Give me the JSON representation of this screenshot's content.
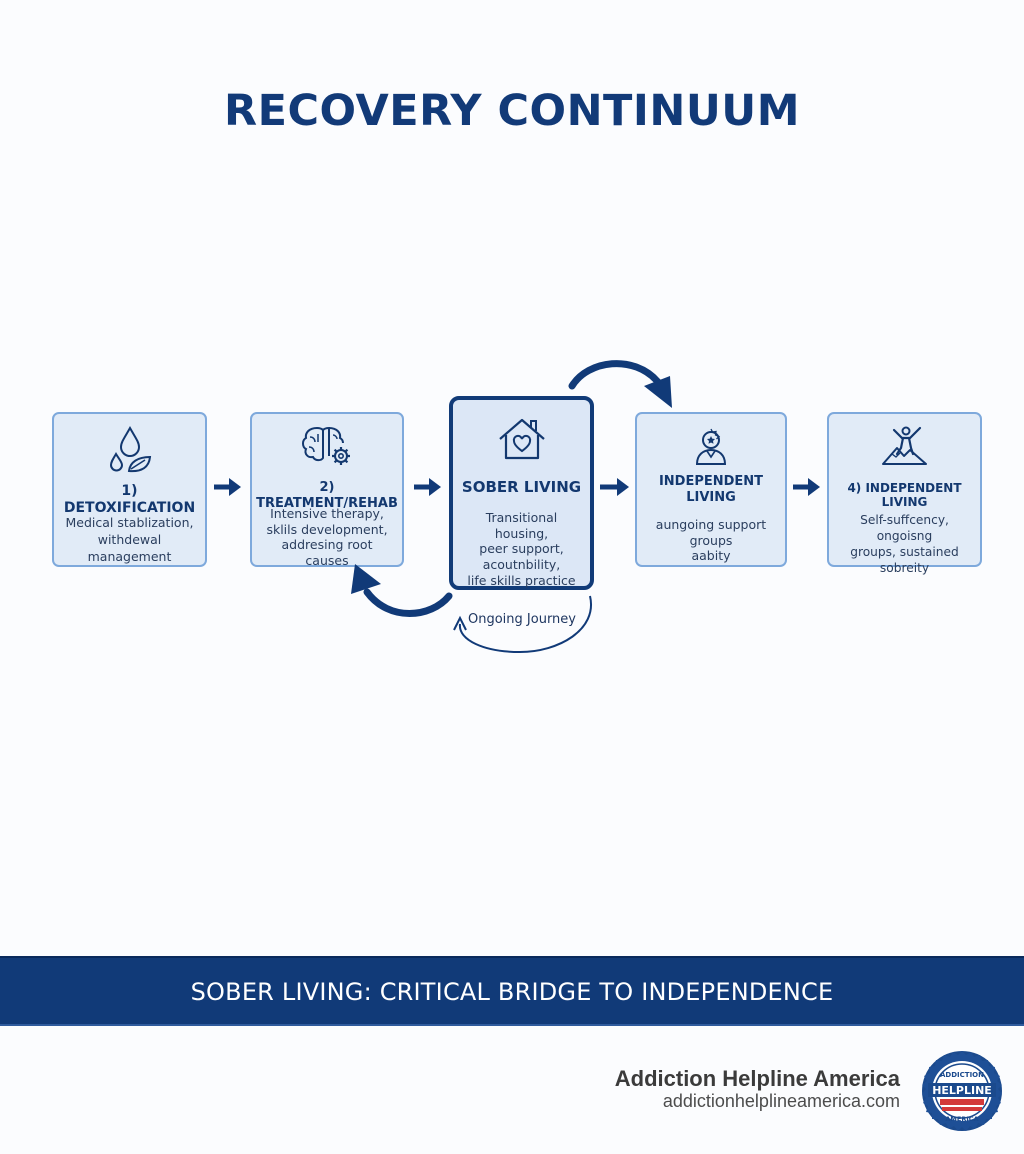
{
  "title": "RECOVERY CONTINUUM",
  "stages": [
    {
      "heading": "1) DETOXIFICATION",
      "desc": [
        "Medical stablization,",
        "withdewal management"
      ],
      "icon": "water-drops-leaf-icon"
    },
    {
      "heading": "2) TREATMENT/REHAB",
      "desc": [
        "Intensive therapy,",
        "sklils development,",
        "addresing root causes"
      ],
      "icon": "brain-gear-icon"
    },
    {
      "heading": "SOBER LIVING",
      "desc": [
        "Transitional housing,",
        "peer support,",
        "acoutnbility,",
        "life skills practice"
      ],
      "icon": "house-heart-icon"
    },
    {
      "heading": [
        "INDEPENDENT",
        "LIVING"
      ],
      "desc": [
        "aungoing support groups",
        "aabity"
      ],
      "icon": "person-badge-icon"
    },
    {
      "heading": "4) INDEPENDENT LIVING",
      "desc": [
        "Self-suffcency, ongoisng",
        "groups, sustained sobreity"
      ],
      "icon": "person-mountain-icon"
    }
  ],
  "loop_label": "Ongoing Journey",
  "banner": "SOBER LIVING: CRITICAL BRIDGE TO INDEPENDENCE",
  "brand": {
    "name": "Addiction Helpline America",
    "url": "addictionhelplineamerica.com",
    "seal_top": "ADDICTION",
    "seal_middle": "HELPLINE",
    "seal_bottom": "AMERICA"
  },
  "colors": {
    "navy": "#113a78",
    "card_fill": "#e1ebf7",
    "card_border": "#7ea9dc",
    "background": "#fbfcfe"
  }
}
